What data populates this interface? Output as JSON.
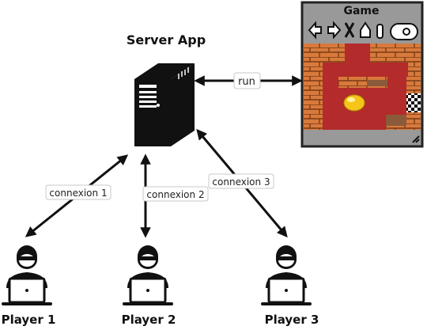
{
  "server": {
    "title": "Server App"
  },
  "game_window": {
    "title": "Game",
    "toolbar_icons": [
      "arrow-left-icon",
      "arrow-right-icon",
      "close-x-icon",
      "pawn-icon",
      "slot-icon",
      "mouse-icon"
    ],
    "corner_icon": "resize-grip-icon",
    "colors": {
      "brick": "#d66a2a",
      "floor": "#b32b2b",
      "ball": "#f5c518",
      "frame": "#999999"
    }
  },
  "edges": {
    "run": "run",
    "connexion_1": "connexion 1",
    "connexion_2": "connexion 2",
    "connexion_3": "connexion 3"
  },
  "players": [
    {
      "label": "Player 1"
    },
    {
      "label": "Player 2"
    },
    {
      "label": "Player 3"
    }
  ]
}
